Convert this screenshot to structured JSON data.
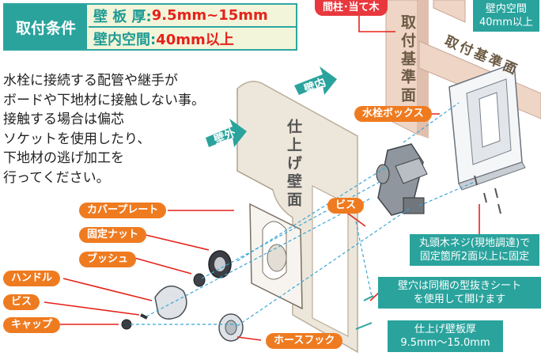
{
  "conditions": {
    "title": "取付条件",
    "thickness_key": "壁 板 厚:",
    "thickness_val": "9.5mm~15mm",
    "space_key": "壁内空間:",
    "space_val": "40mm以上"
  },
  "note_lines": [
    "水栓に接続する配管や継手が",
    "ボードや下地材に接触しない事。",
    "接触する場合は偏芯",
    "ソケットを使用したり、",
    "下地材の逃げ加工を",
    "行ってください。"
  ],
  "labels": {
    "stud": "間柱･当て木",
    "wall_space_1": "壁内空間",
    "wall_space_2": "40mm以上",
    "mount_plane": "取付基準面",
    "mount_plane_vertical": "取付基準面",
    "wall_in": "壁内",
    "wall_out": "壁外",
    "finish_wall": "仕上げ壁面",
    "faucet_box": "水栓ボックス",
    "screw_1": "ビス",
    "cover_plate": "カバープレート",
    "fixing_nut": "固定ナット",
    "bush": "ブッシュ",
    "handle": "ハンドル",
    "screw_2": "ビス",
    "cap": "キャップ",
    "hose_hook": "ホースフック",
    "wood_screw_1": "丸頭木ネジ(現地調達)で",
    "wood_screw_2": "固定箇所2面以上に固定",
    "hole_1": "壁穴は同梱の型抜きシート",
    "hole_2": "を使用して開けます",
    "finish_thickness_1": "仕上げ壁板厚",
    "finish_thickness_2": "9.5mm～15.0mm"
  },
  "colors": {
    "teal": "#2aa39d",
    "orange": "#ef7b20",
    "red": "#e5231b",
    "wall": "#eae3d6",
    "dash": "#3aa6d8"
  }
}
